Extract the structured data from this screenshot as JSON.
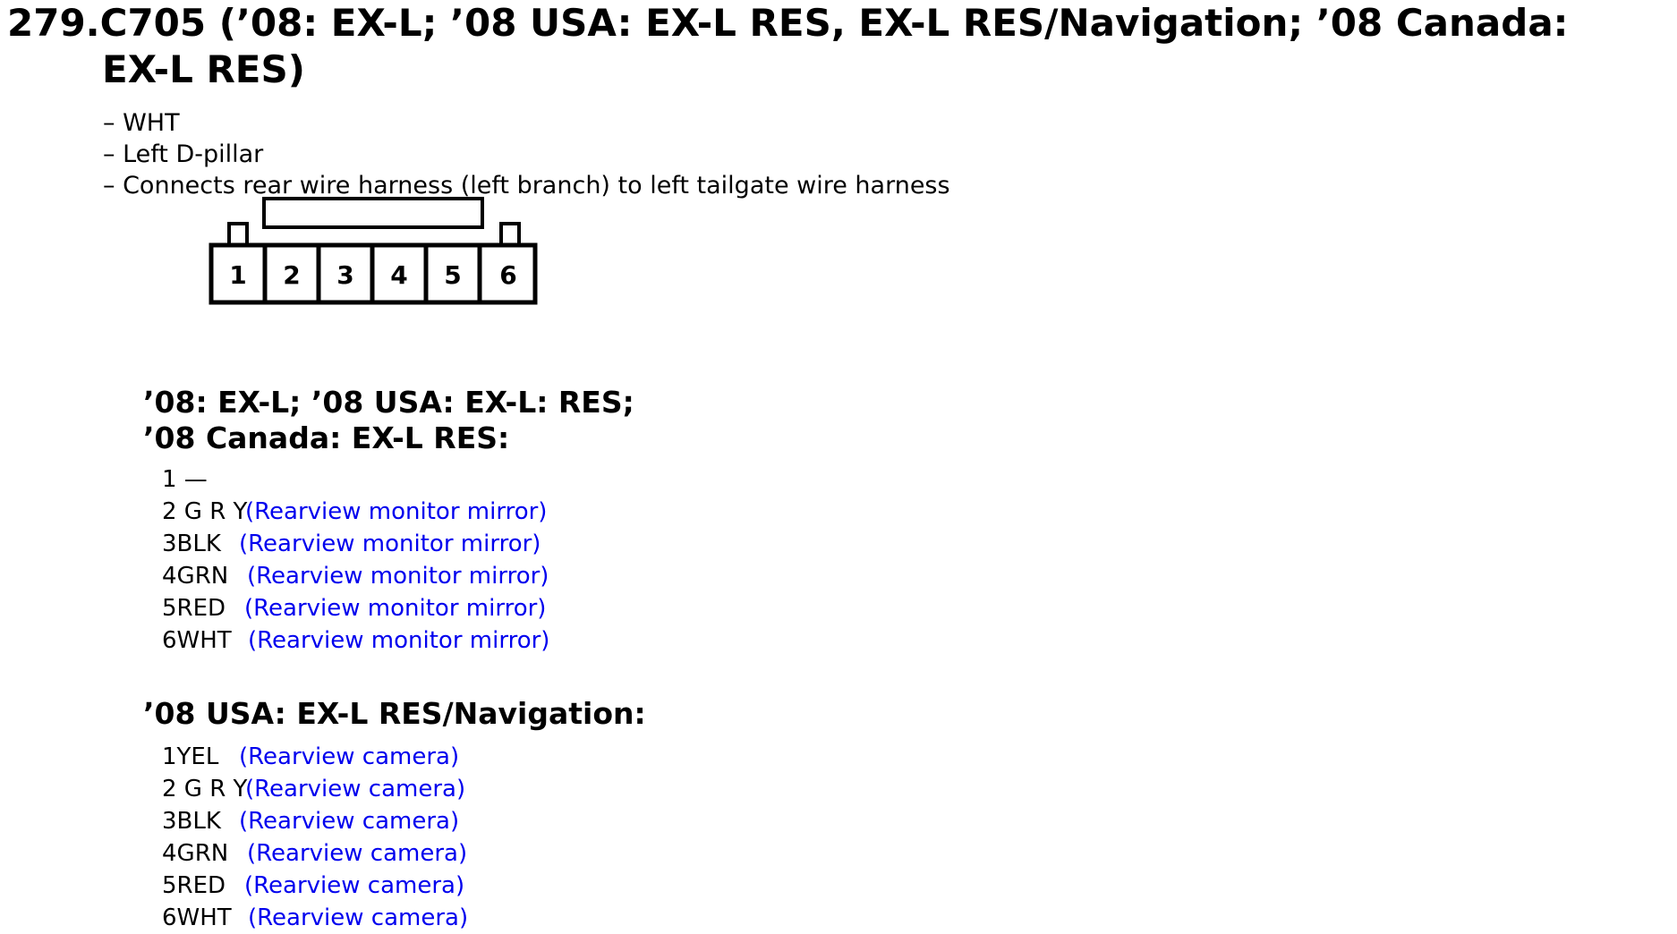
{
  "title": {
    "line1": "279.C705 (’08: EX-L; ’08 USA: EX-L RES, EX-L RES/Navigation; ’08 Canada:",
    "line2": "EX-L RES)"
  },
  "bullets": [
    "– WHT",
    "– Left D-pillar",
    "– Connects rear wire harness (left branch) to left tailgate wire harness"
  ],
  "connector": {
    "pins": [
      "1",
      "2",
      "3",
      "4",
      "5",
      "6"
    ]
  },
  "sections": [
    {
      "title_line1": "’08: EX-L; ’08 USA: EX-L: RES;",
      "title_line2": "’08 Canada: EX-L RES:",
      "pins": [
        {
          "id": "1  —",
          "desc": ""
        },
        {
          "id": "2 G R Y",
          "desc": "(Rearview monitor mirror)"
        },
        {
          "id": "3BLK",
          "desc": "(Rearview monitor mirror)"
        },
        {
          "id": "4GRN",
          "desc": "(Rearview monitor mirror)"
        },
        {
          "id": "5RED",
          "desc": "(Rearview monitor mirror)"
        },
        {
          "id": "6WHT",
          "desc": "(Rearview monitor mirror)"
        }
      ]
    },
    {
      "title_line1": "’08 USA: EX-L RES/Navigation:",
      "pins": [
        {
          "id": "1YEL",
          "desc": "(Rearview camera)"
        },
        {
          "id": "2 G R Y",
          "desc": "(Rearview camera)"
        },
        {
          "id": "3BLK",
          "desc": "(Rearview camera)"
        },
        {
          "id": "4GRN",
          "desc": "(Rearview camera)"
        },
        {
          "id": "5RED",
          "desc": "(Rearview camera)"
        },
        {
          "id": "6WHT",
          "desc": "(Rearview camera)"
        }
      ]
    }
  ]
}
